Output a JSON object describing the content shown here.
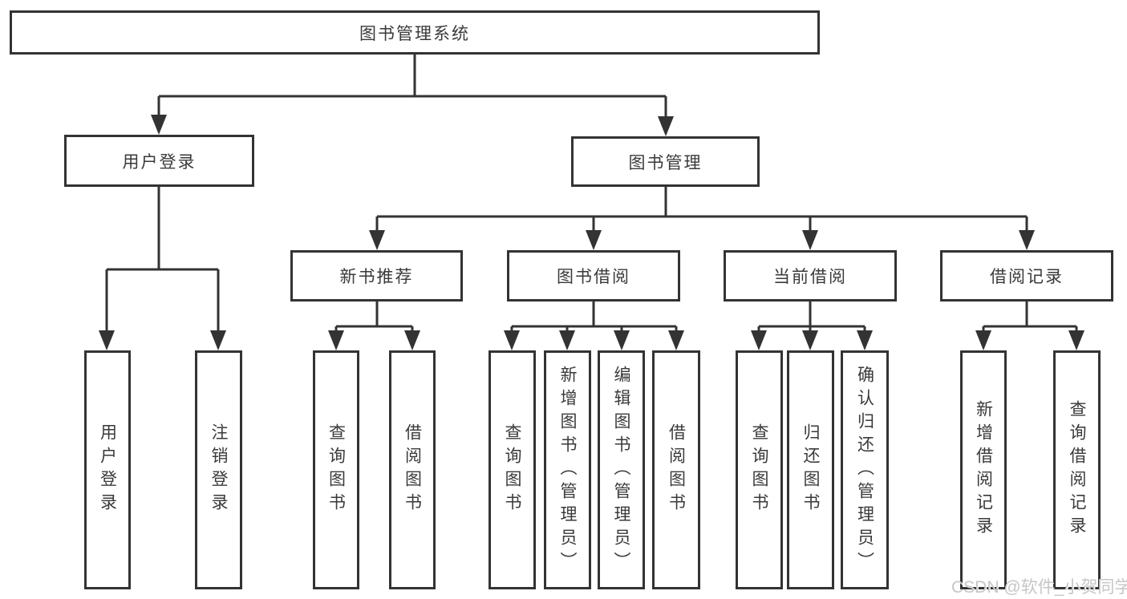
{
  "diagram": {
    "title": "图书管理系统",
    "level2": [
      {
        "label": "用户登录"
      },
      {
        "label": "图书管理"
      }
    ],
    "level3": [
      {
        "label": "新书推荐"
      },
      {
        "label": "图书借阅"
      },
      {
        "label": "当前借阅"
      },
      {
        "label": "借阅记录"
      }
    ],
    "leaves": [
      {
        "label": "用户登录"
      },
      {
        "label": "注销登录"
      },
      {
        "label": "查询图书"
      },
      {
        "label": "借阅图书"
      },
      {
        "label": "查询图书"
      },
      {
        "label": "新增图书（管理员）"
      },
      {
        "label": "编辑图书（管理员）"
      },
      {
        "label": "借阅图书"
      },
      {
        "label": "查询图书"
      },
      {
        "label": "归还图书"
      },
      {
        "label": "确认归还（管理员）"
      },
      {
        "label": "新增借阅记录"
      },
      {
        "label": "查询借阅记录"
      }
    ]
  },
  "watermark": "CSDN @软件_小贺同学",
  "colors": {
    "line": "#333333",
    "text": "#3a3a3a",
    "watermark": "#c6c6c6",
    "background": "#ffffff"
  }
}
